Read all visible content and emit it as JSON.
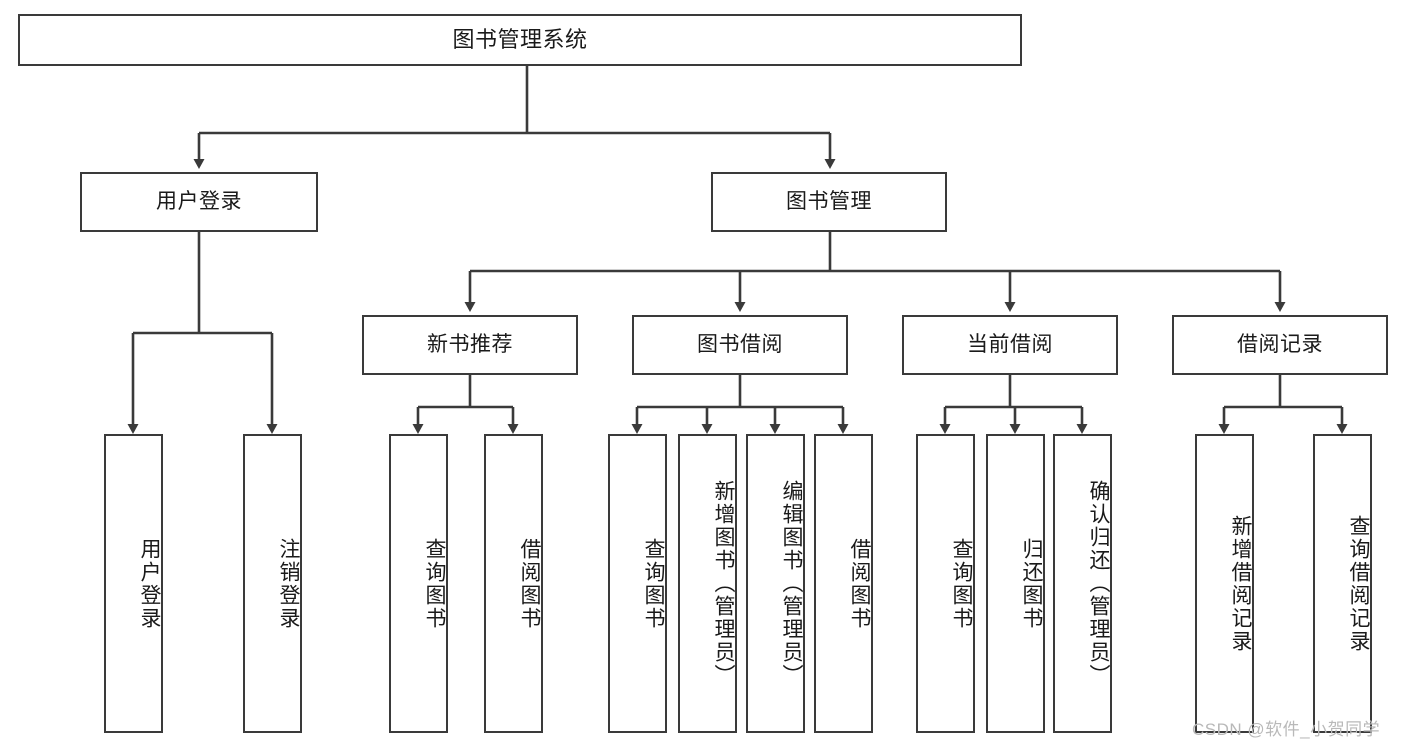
{
  "diagram": {
    "title": "图书管理系统",
    "type": "tree-hierarchy",
    "watermark": "CSDN @软件_小贺同学",
    "colors": {
      "stroke": "#3a3a3a",
      "fill": "#ffffff",
      "text": "#1a1a1a",
      "watermark": "#b9b9b9"
    },
    "nodes": {
      "root": {
        "label": "图书管理系统"
      },
      "level1": [
        {
          "label": "用户登录"
        },
        {
          "label": "图书管理"
        }
      ],
      "level2": [
        {
          "label": "新书推荐"
        },
        {
          "label": "图书借阅"
        },
        {
          "label": "当前借阅"
        },
        {
          "label": "借阅记录"
        }
      ],
      "leaves": {
        "user_login": [
          {
            "label": "用户登录"
          },
          {
            "label": "注销登录"
          }
        ],
        "new_book_recommend": [
          {
            "label": "查询图书"
          },
          {
            "label": "借阅图书"
          }
        ],
        "book_borrow": [
          {
            "label": "查询图书"
          },
          {
            "label": "新增图书（管理员）"
          },
          {
            "label": "编辑图书（管理员）"
          },
          {
            "label": "借阅图书"
          }
        ],
        "current_borrow": [
          {
            "label": "查询图书"
          },
          {
            "label": "归还图书"
          },
          {
            "label": "确认归还（管理员）"
          }
        ],
        "borrow_record": [
          {
            "label": "新增借阅记录"
          },
          {
            "label": "查询借阅记录"
          }
        ]
      }
    }
  }
}
